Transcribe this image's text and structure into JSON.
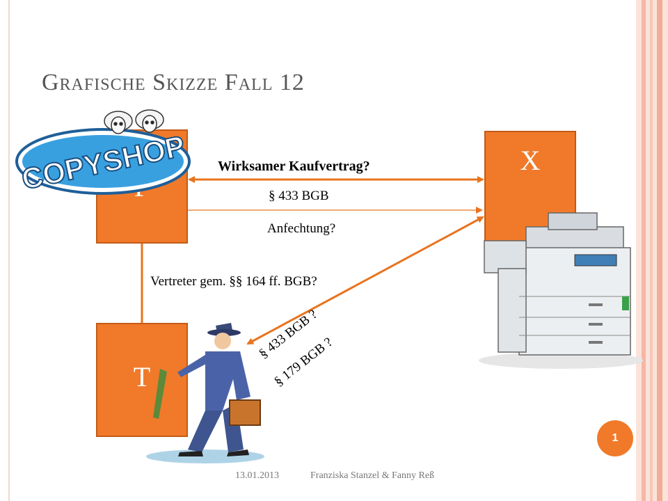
{
  "slide": {
    "title": "Grafische Skizze Fall 12",
    "page_number": "1",
    "footer_date": "13.01.2013",
    "footer_authors": "Franziska Stanzel & Fanny Reß"
  },
  "boxes": {
    "f": "F",
    "x": "X",
    "t": "T"
  },
  "labels": {
    "kaufvertrag": "Wirksamer Kaufvertrag?",
    "bgb_433": "§ 433 BGB",
    "anfechtung": "Anfechtung?",
    "vertreter": "Vertreter gem. §§ 164 ff. BGB?",
    "bgb_433_q": "§ 433 BGB ?",
    "bgb_179_q": "§ 179  BGB ?"
  },
  "logo": {
    "text": "COPYSHOP"
  },
  "colors": {
    "accent": "#f07a2a",
    "accent_dark": "#c35a16",
    "logo_blue": "#2a7fc7"
  }
}
